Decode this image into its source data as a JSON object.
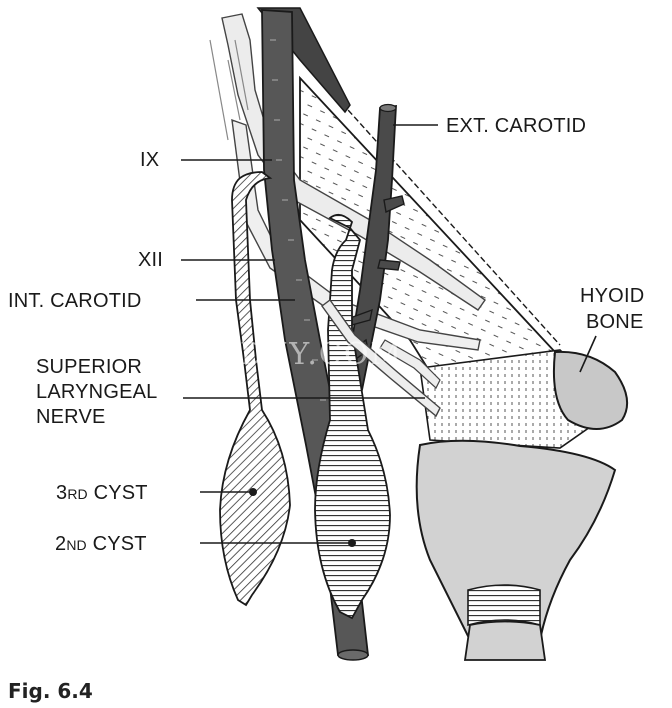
{
  "labels": {
    "ext_carotid": "EXT. CAROTID",
    "ix": "IX",
    "xii": "XII",
    "int_carotid": "INT. CAROTID",
    "hyoid_1": "HYOID",
    "hyoid_2": "BONE",
    "sup_1": "SUPERIOR",
    "sup_2": "LARYNGEAL",
    "sup_3": "NERVE",
    "cyst3_num": "3",
    "cyst3_sup": "RD",
    "cyst3_word": "CYST",
    "cyst2_num": "2",
    "cyst2_sup": "ND",
    "cyst2_word": "CYST"
  },
  "watermark": "DXY.COM",
  "caption": "Fig. 6.4",
  "colors": {
    "vessel": "#555555",
    "vessel_dark": "#2b2b2b",
    "nerve": "#e6e6e6",
    "bone": "#d6d6d6",
    "ink": "#1a1a1a"
  }
}
